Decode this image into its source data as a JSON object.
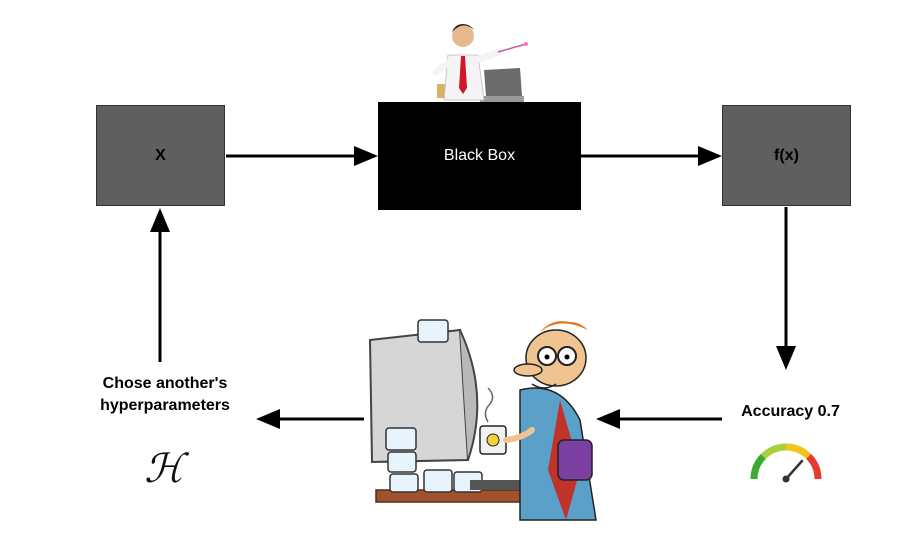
{
  "nodes": {
    "input": "X",
    "black_box": "Black Box",
    "output": "f(x)"
  },
  "labels": {
    "hyperparameters": "Chose another's hyperparameters",
    "accuracy": "Accuracy 0.7",
    "hypothesis_symbol": "ℋ"
  },
  "icons": [
    "presenter-with-wand-illustration",
    "stressed-engineer-with-coffee-cartoon",
    "speedometer-gauge-icon"
  ],
  "colors": {
    "gray_box": "#5f5f5f",
    "black_box": "#000000",
    "arrow": "#000000"
  }
}
